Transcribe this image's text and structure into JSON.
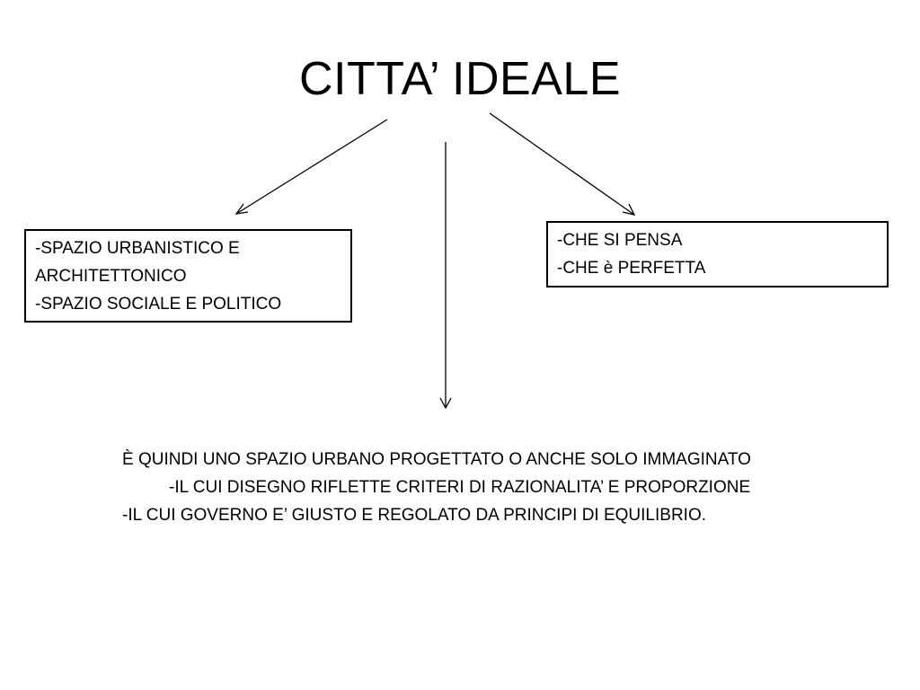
{
  "title": "CITTA’ IDEALE",
  "left_box": {
    "lines": [
      "-SPAZIO URBANISTICO E",
      "ARCHITETTONICO",
      "-SPAZIO SOCIALE E POLITICO"
    ]
  },
  "right_box": {
    "lines": [
      "-CHE SI PENSA",
      "-CHE è PERFETTA"
    ]
  },
  "summary": {
    "lines": [
      "È QUINDI UNO SPAZIO URBANO PROGETTATO O ANCHE SOLO IMMAGINATO",
      "-IL CUI DISEGNO RIFLETTE CRITERI DI RAZIONALITA’ E PROPORZIONE",
      "-IL CUI GOVERNO E’ GIUSTO E REGOLATO DA PRINCIPI DI EQUILIBRIO."
    ]
  }
}
